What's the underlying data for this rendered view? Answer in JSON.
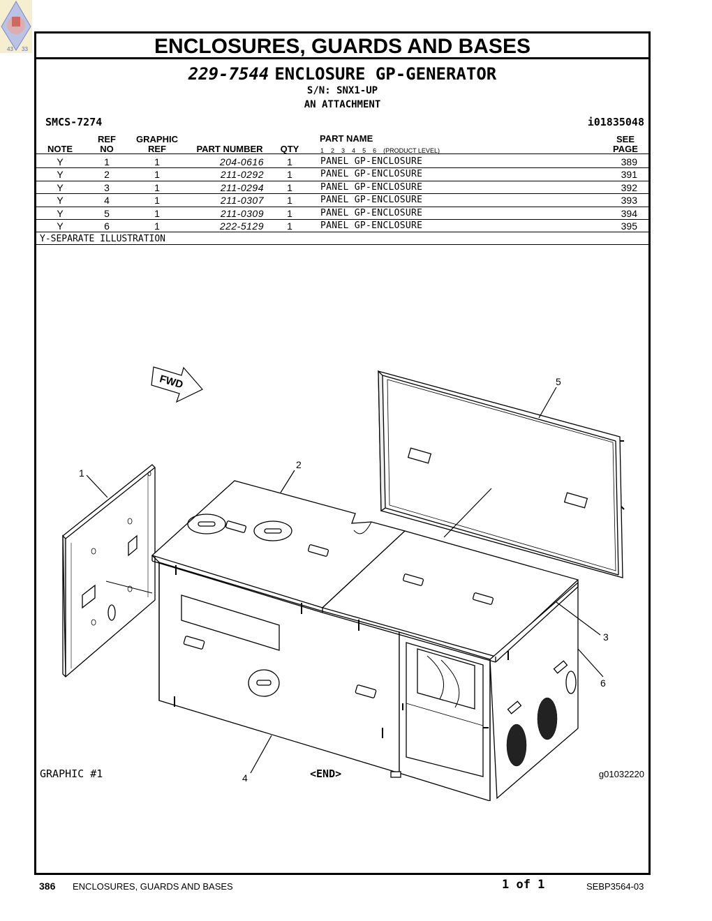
{
  "header": {
    "title": "ENCLOSURES,  GUARDS  AND  BASES",
    "part_number": "229-7544",
    "part_title": "ENCLOSURE GP-GENERATOR",
    "serial": "S/N: SNX1-UP",
    "attachment": "AN ATTACHMENT",
    "smcs": "SMCS-7274",
    "illustration_id": "i01835048"
  },
  "table": {
    "headers": {
      "note": "NOTE",
      "ref_no_1": "REF",
      "ref_no_2": "NO",
      "graphic_ref_1": "GRAPHIC",
      "graphic_ref_2": "REF",
      "part_number": "PART NUMBER",
      "qty": "QTY",
      "part_name": "PART NAME",
      "product_levels": [
        "1",
        "2",
        "3",
        "4",
        "5",
        "6"
      ],
      "product_level_label": "(PRODUCT LEVEL)",
      "see_page_1": "SEE",
      "see_page_2": "PAGE"
    },
    "rows": [
      {
        "note": "Y",
        "ref": "1",
        "graphic_ref": "1",
        "part_number": "204-0616",
        "qty": "1",
        "name": "PANEL GP-ENCLOSURE",
        "page": "389"
      },
      {
        "note": "Y",
        "ref": "2",
        "graphic_ref": "1",
        "part_number": "211-0292",
        "qty": "1",
        "name": "PANEL GP-ENCLOSURE",
        "page": "391"
      },
      {
        "note": "Y",
        "ref": "3",
        "graphic_ref": "1",
        "part_number": "211-0294",
        "qty": "1",
        "name": "PANEL GP-ENCLOSURE",
        "page": "392"
      },
      {
        "note": "Y",
        "ref": "4",
        "graphic_ref": "1",
        "part_number": "211-0307",
        "qty": "1",
        "name": "PANEL GP-ENCLOSURE",
        "page": "393"
      },
      {
        "note": "Y",
        "ref": "5",
        "graphic_ref": "1",
        "part_number": "211-0309",
        "qty": "1",
        "name": "PANEL GP-ENCLOSURE",
        "page": "394"
      },
      {
        "note": "Y",
        "ref": "6",
        "graphic_ref": "1",
        "part_number": "222-5129",
        "qty": "1",
        "name": "PANEL GP-ENCLOSURE",
        "page": "395"
      }
    ],
    "note_legend": "Y-SEPARATE ILLUSTRATION"
  },
  "drawing": {
    "fwd_label": "FWD",
    "callouts": [
      "1",
      "2",
      "3",
      "4",
      "5",
      "6"
    ],
    "graphic_label": "GRAPHIC #1",
    "end_label": "<END>",
    "graphic_number": "g01032220"
  },
  "logo": {
    "numbers": [
      "43",
      "33"
    ]
  },
  "footer": {
    "page_number": "386",
    "section_title": "ENCLOSURES, GUARDS AND BASES",
    "page_of": "1 of 1",
    "doc_code": "SEBP3564-03"
  }
}
